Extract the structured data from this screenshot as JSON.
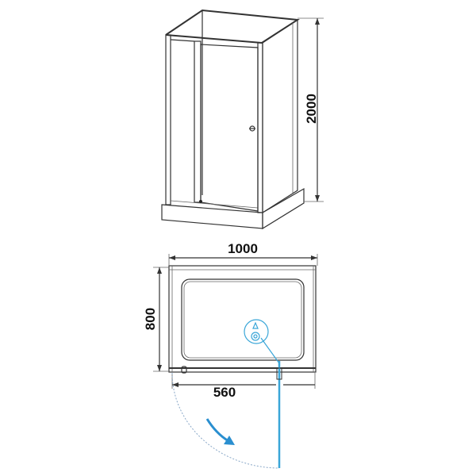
{
  "diagram": {
    "dimensions": {
      "height": "2000",
      "width": "1000",
      "depth": "800",
      "door_offset": "560"
    },
    "colors": {
      "accent": "#3aa6d8",
      "line": "#333333"
    }
  }
}
